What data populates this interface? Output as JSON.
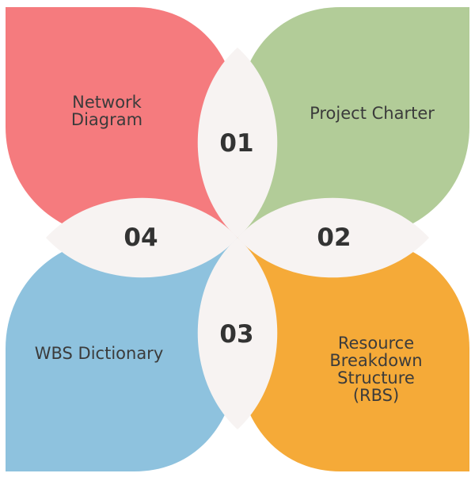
{
  "colors": {
    "red": "#f57b7e",
    "green": "#b2cc98",
    "blue": "#8ec2de",
    "orange": "#f5aa38",
    "lens": "#f7f3f2"
  },
  "items": [
    {
      "number": "01",
      "label": "Project Charter"
    },
    {
      "number": "02",
      "label": "Resource Breakdown Structure (RBS)"
    },
    {
      "number": "03",
      "label": "WBS Dictionary"
    },
    {
      "number": "04",
      "label": "Network Diagram"
    }
  ]
}
